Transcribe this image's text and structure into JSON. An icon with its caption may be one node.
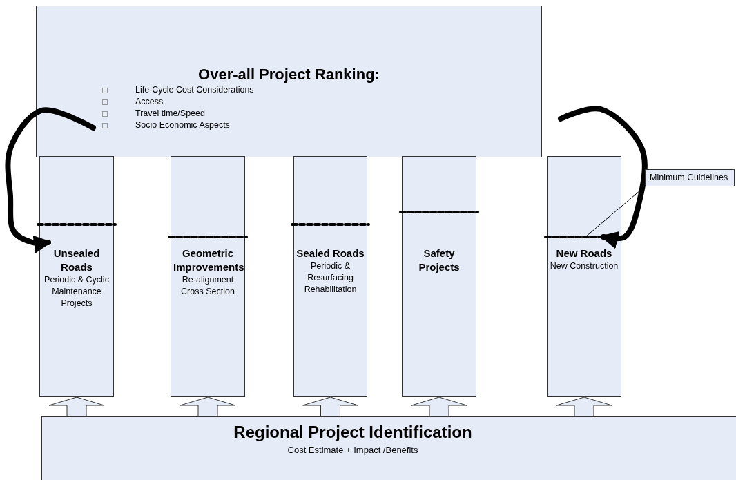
{
  "diagram": {
    "nodes": [
      {
        "text": [
          "Over-all Project Ranking:",
          "Life-Cycle Cost Considerations",
          "Access",
          "Travel time/Speed",
          "Socio Economic Aspects"
        ]
      },
      {
        "text": [
          "Unsealed Roads",
          "Periodic & Cyclic Maintenance Projects"
        ]
      },
      {
        "text": [
          "Geometric Improvements",
          "Re-alignment Cross Section"
        ]
      },
      {
        "text": [
          "Sealed Roads",
          "Periodic & Resurfacing Rehabilitation"
        ]
      },
      {
        "text": [
          "Safety Projects"
        ]
      },
      {
        "text": [
          "New Roads",
          "New Construction"
        ]
      },
      {
        "text": [
          "Regional Project Identification",
          "Cost Estimate + Impact /Benefits"
        ]
      },
      {
        "text": [
          "Minimum Guidelines"
        ]
      }
    ],
    "edges": [
      {
        "from": 0,
        "to": 1,
        "arrow": "to"
      },
      {
        "from": 0,
        "to": 5,
        "arrow": "to"
      },
      {
        "from": 6,
        "to": 1,
        "arrow": "to"
      },
      {
        "from": 6,
        "to": 2,
        "arrow": "to"
      },
      {
        "from": 6,
        "to": 3,
        "arrow": "to"
      },
      {
        "from": 6,
        "to": 4,
        "arrow": "to"
      },
      {
        "from": 6,
        "to": 5,
        "arrow": "to"
      },
      {
        "from": 7,
        "to": 5,
        "arrow": "none"
      }
    ]
  }
}
